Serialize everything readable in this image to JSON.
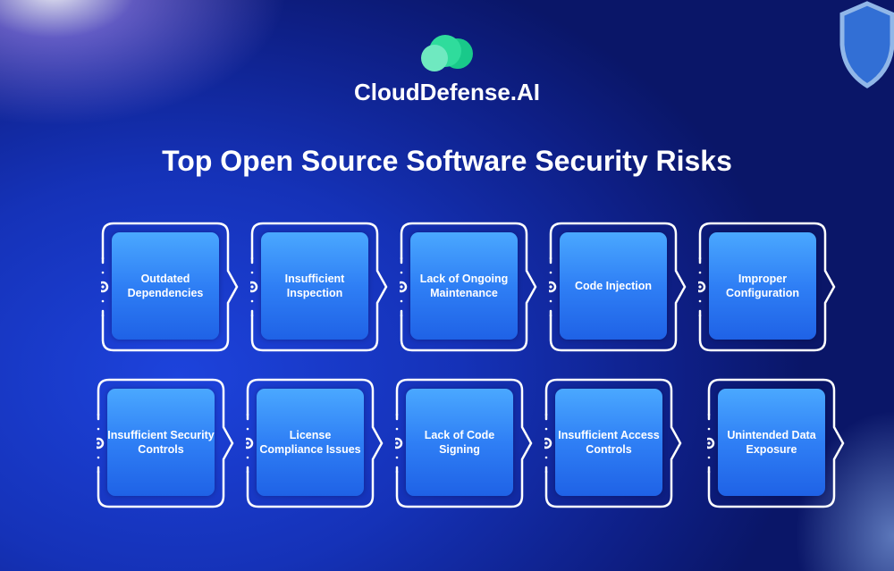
{
  "brand": {
    "name": "CloudDefense.AI",
    "colors": {
      "cloud_light": "#5ee8b8",
      "cloud_dark": "#19c98a"
    }
  },
  "title": "Top Open Source Software Security Risks",
  "risks": [
    {
      "label": "Outdated Dependencies"
    },
    {
      "label": "Insufficient Inspection"
    },
    {
      "label": "Lack of Ongoing Maintenance"
    },
    {
      "label": "Code Injection"
    },
    {
      "label": "Improper Configuration"
    },
    {
      "label": "Insufficient Security Controls"
    },
    {
      "label": "License Compliance Issues"
    },
    {
      "label": "Lack of Code Signing"
    },
    {
      "label": "Insufficient Access Controls"
    },
    {
      "label": "Unintended Data Exposure"
    }
  ]
}
